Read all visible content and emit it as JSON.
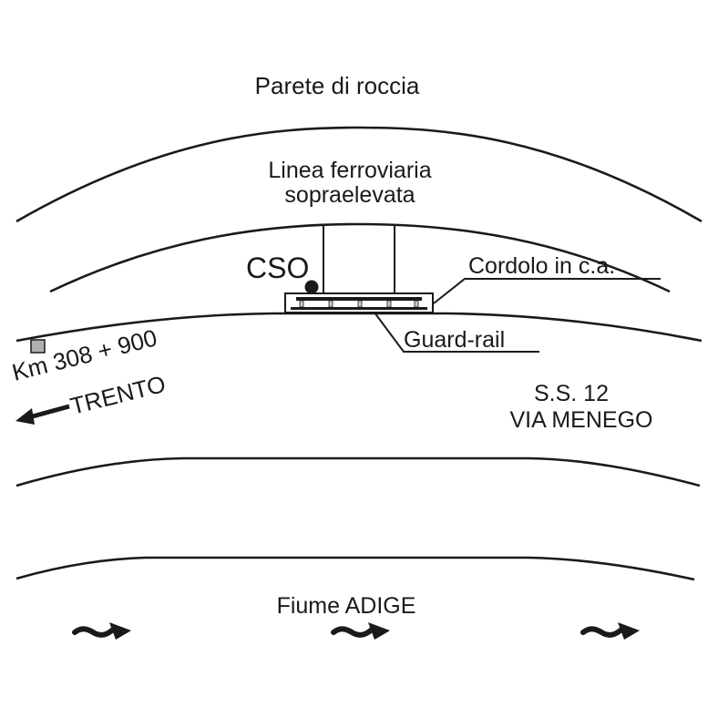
{
  "labels": {
    "rock_wall": "Parete di roccia",
    "railway_line1": "Linea ferroviaria",
    "railway_line2": "sopraelevata",
    "cso": "CSO",
    "curb": "Cordolo in c.a.",
    "guard_rail": "Guard-rail",
    "km_marker": "Km 308 + 900",
    "direction": "TRENTO",
    "road_line1": "S.S. 12",
    "road_line2": "VIA MENEGO",
    "river": "Fiume ADIGE"
  },
  "icons": {
    "km_marker": "square-marker-icon",
    "direction": "arrow-left-icon",
    "cso": "dot-icon",
    "flow": "curved-arrow-right-icon"
  },
  "colors": {
    "line": "#1a1a1a",
    "marker_fill": "#b0b0b0",
    "rail_fill": "#c8c8c8"
  }
}
